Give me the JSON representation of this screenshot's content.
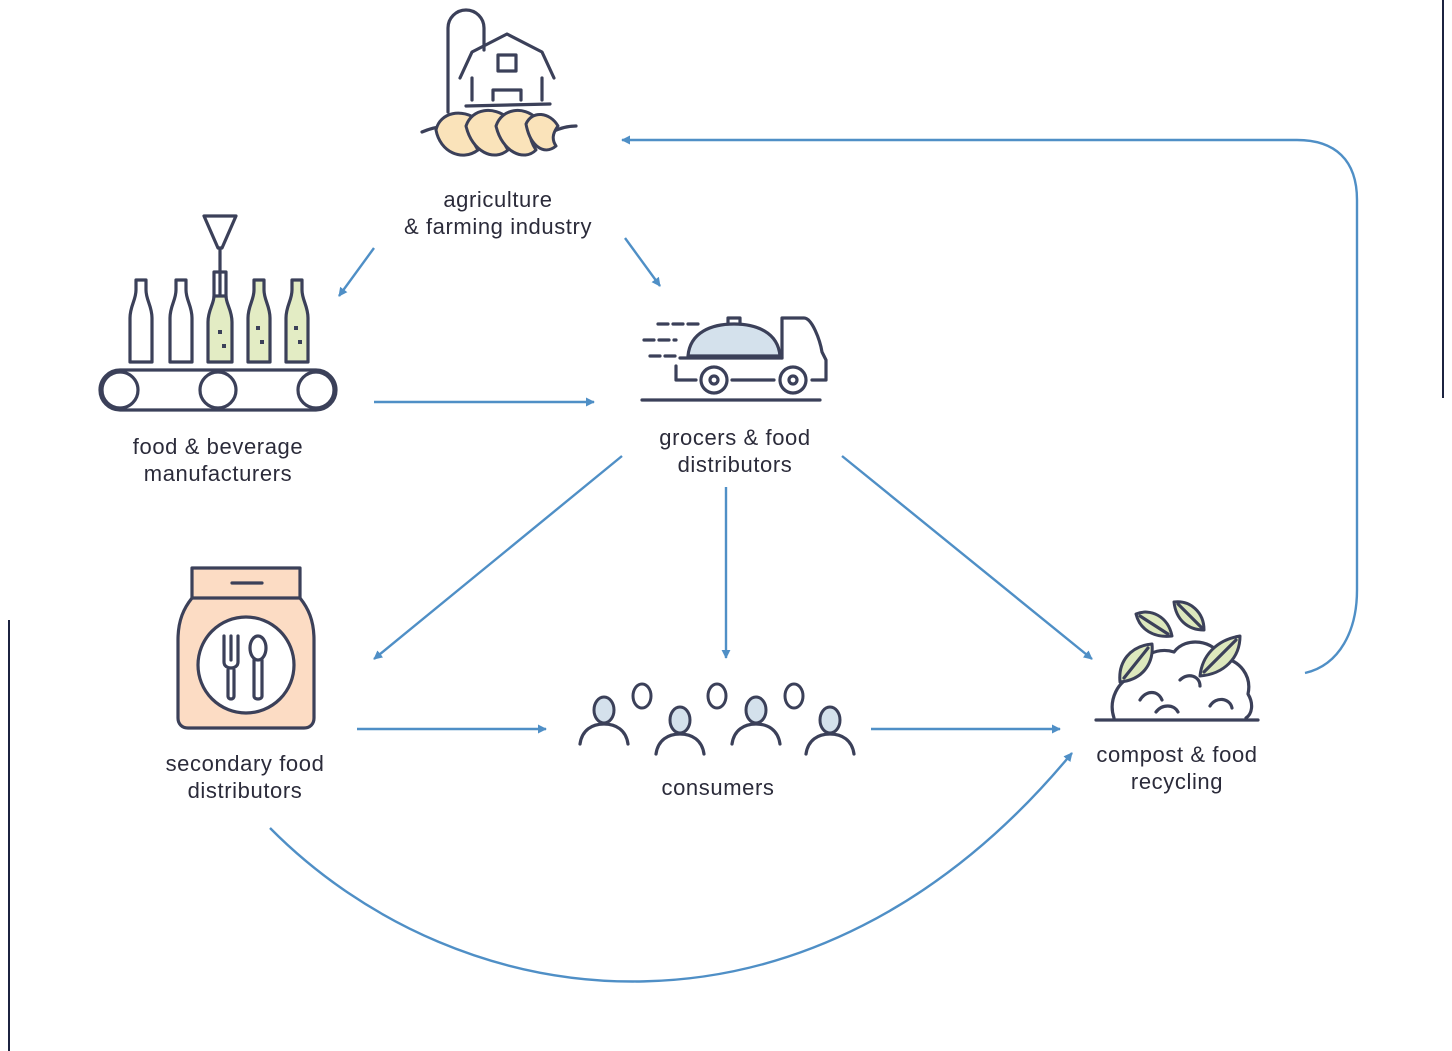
{
  "colors": {
    "arrow": "#4f8fc6",
    "icon_stroke": "#3b4059",
    "wheat_fill": "#fae3ba",
    "bottle_fill": "#e3ecc4",
    "cloche_fill": "#d4e1ec",
    "bag_fill": "#fcdcc4",
    "person_fill": "#d4e1ec",
    "leaf_fill": "#dde8bd"
  },
  "nodes": {
    "agriculture": {
      "icon": "farm-barn-wheat",
      "label_1": "agriculture",
      "label_2": "& farming industry"
    },
    "manufacturers": {
      "icon": "bottling-conveyor",
      "label_1": "food & beverage",
      "label_2": "manufacturers"
    },
    "grocers": {
      "icon": "delivery-truck-cloche",
      "label_1": "grocers & food",
      "label_2": "distributors"
    },
    "secondary": {
      "icon": "food-bag-utensils",
      "label_1": "secondary food",
      "label_2": "distributors"
    },
    "consumers": {
      "icon": "group-of-people",
      "label_1": "consumers"
    },
    "compost": {
      "icon": "compost-pile-leaves",
      "label_1": "compost & food",
      "label_2": "recycling"
    }
  },
  "edges": [
    {
      "from": "agriculture",
      "to": "manufacturers"
    },
    {
      "from": "agriculture",
      "to": "grocers"
    },
    {
      "from": "manufacturers",
      "to": "grocers"
    },
    {
      "from": "grocers",
      "to": "secondary"
    },
    {
      "from": "grocers",
      "to": "consumers"
    },
    {
      "from": "grocers",
      "to": "compost"
    },
    {
      "from": "secondary",
      "to": "consumers"
    },
    {
      "from": "consumers",
      "to": "compost"
    },
    {
      "from": "secondary",
      "to": "compost"
    },
    {
      "from": "compost",
      "to": "agriculture"
    }
  ]
}
